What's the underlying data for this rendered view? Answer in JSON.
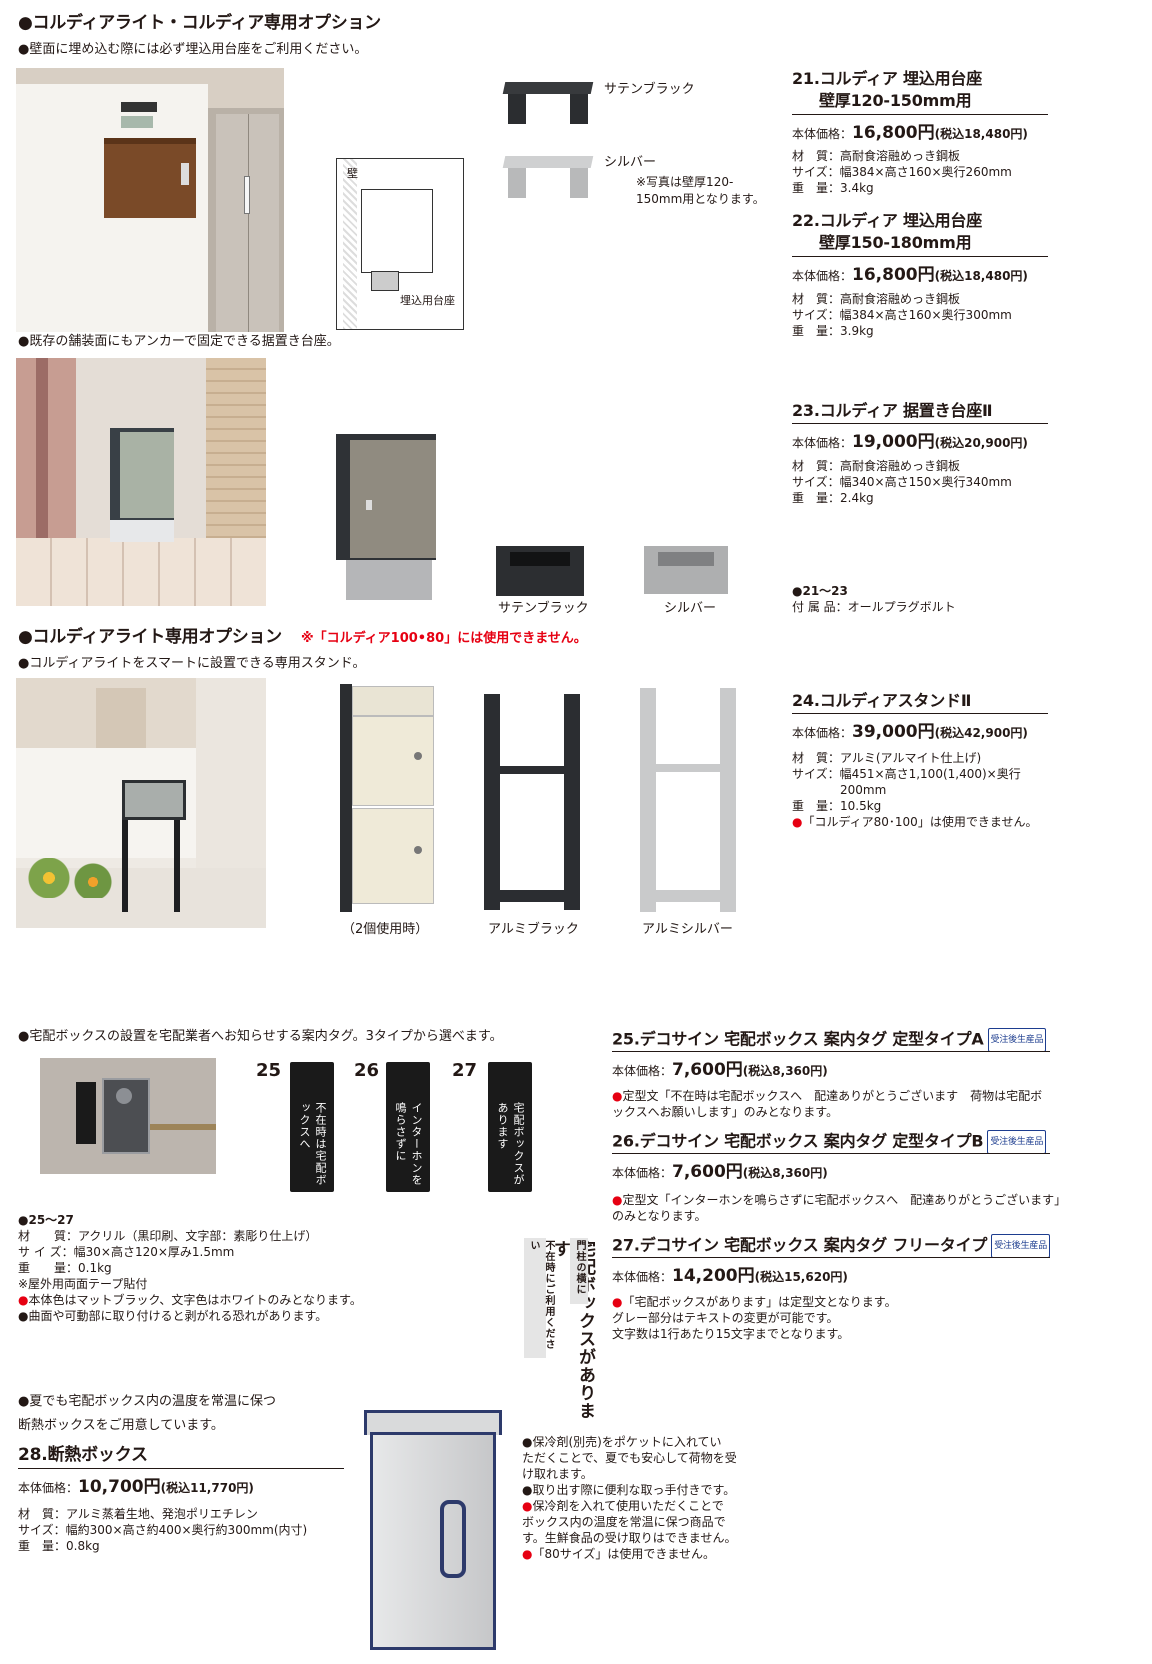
{
  "sec1": {
    "title": "●コルディアライト・コルディア専用オプション",
    "note_wall": "●壁面に埋め込む際には必ず埋込用台座をご利用ください。",
    "note_paving": "●既存の舗装面にもアンカーで固定できる据置き台座。"
  },
  "diagram": {
    "wall_label": "壁",
    "base_label": "埋込用台座"
  },
  "mount_base": {
    "black_label": "サテンブラック",
    "silver_label": "シルバー",
    "photo_note_1": "※写真は壁厚120-",
    "photo_note_2": "150mm用となります。"
  },
  "stand_base": {
    "black_label": "サテンブラック",
    "silver_label": "シルバー"
  },
  "products": [
    {
      "title_1": "21.コルディア 埋込用台座",
      "title_2": "壁厚120-150mm用",
      "price_label": "本体価格：",
      "price": "16,800円",
      "tax": "(税込18,480円)",
      "spec_1": "材　質：高耐食溶融めっき鋼板",
      "spec_2": "サイズ：幅384×高さ160×奥行260mm",
      "spec_3": "重　量：3.4kg"
    },
    {
      "title_1": "22.コルディア 埋込用台座",
      "title_2": "壁厚150-180mm用",
      "price_label": "本体価格：",
      "price": "16,800円",
      "tax": "(税込18,480円)",
      "spec_1": "材　質：高耐食溶融めっき鋼板",
      "spec_2": "サイズ：幅384×高さ160×奥行300mm",
      "spec_3": "重　量：3.9kg"
    },
    {
      "title_1": "23.コルディア 据置き台座Ⅱ",
      "price_label": "本体価格：",
      "price": "19,000円",
      "tax": "(税込20,900円)",
      "spec_1": "材　質：高耐食溶融めっき鋼板",
      "spec_2": "サイズ：幅340×高さ150×奥行340mm",
      "spec_3": "重　量：2.4kg"
    }
  ],
  "accessory": {
    "range": "●21～23",
    "text": "付 属 品：オールプラグボルト"
  },
  "sec2": {
    "title": "●コルディアライト専用オプション",
    "warning": "※「コルディア100•80」には使用できません。",
    "note": "●コルディアライトをスマートに設置できる専用スタンド。"
  },
  "stand_captions": {
    "double": "（2個使用時）",
    "black": "アルミブラック",
    "silver": "アルミシルバー"
  },
  "p24": {
    "title": "24.コルディアスタンドⅡ",
    "price_label": "本体価格：",
    "price": "39,000円",
    "tax": "(税込42,900円)",
    "spec_1": "材　質：アルミ(アルマイト仕上げ)",
    "spec_2": "サイズ：幅451×高さ1,100(1,400)×奥行",
    "spec_3": "200mm",
    "spec_4": "重　量：10.5kg",
    "warn_dot": "●",
    "warn": "「コルディア80･100」は使用できません。"
  },
  "sec3": {
    "note": "●宅配ボックスの設置を宅配業者へお知らせする案内タグ。3タイプから選べます。"
  },
  "tags": {
    "n25": "25",
    "n26": "26",
    "n27": "27",
    "t25": "不在時は宅配ボックスへ",
    "t26": "インターホンを鳴らさずに",
    "t27": "宅配ボックスがあります"
  },
  "tag_spec": {
    "range": "●25～27",
    "spec_1": "材　　質：アクリル（黒印刷、文字部：素彫り仕上げ）",
    "spec_2": "サ イ ズ：幅30×高さ120×厚み1.5mm",
    "spec_3": "重　　量：0.1kg",
    "note_1": "※屋外用両面テープ貼付",
    "note_2_dot": "●",
    "note_2": "本体色はマットブラック、文字色はホワイトのみとなります。",
    "note_3": "●曲面や可動部に取り付けると剥がれる恐れがあります。"
  },
  "vertical_tag": {
    "small_1": "門柱の横に",
    "big": "宅配ボックスがあります",
    "small_2": "不在時にご利用ください"
  },
  "p25": {
    "title": "25.デコサイン 宅配ボックス 案内タグ 定型タイプA",
    "badge": "受注後生産品",
    "price_label": "本体価格：",
    "price": "7,600円",
    "tax": "(税込8,360円)",
    "dot": "●",
    "note_1": "定型文「不在時は宅配ボックスへ　配達ありがとうございます　荷物は宅配ボ",
    "note_2": "ックスへお願いします」のみとなります。"
  },
  "p26": {
    "title": "26.デコサイン 宅配ボックス 案内タグ 定型タイプB",
    "badge": "受注後生産品",
    "price_label": "本体価格：",
    "price": "7,600円",
    "tax": "(税込8,360円)",
    "dot": "●",
    "note_1": "定型文「インターホンを鳴らさずに宅配ボックスへ　配達ありがとうございます」",
    "note_2": "のみとなります。"
  },
  "p27": {
    "title": "27.デコサイン 宅配ボックス 案内タグ フリータイプ",
    "badge": "受注後生産品",
    "price_label": "本体価格：",
    "price": "14,200円",
    "tax": "(税込15,620円)",
    "dot": "●",
    "note_1": "「宅配ボックスがあります」は定型文となります。",
    "note_2": "グレー部分はテキストの変更が可能です。",
    "note_3": "文字数は1行あたり15文字までとなります。"
  },
  "sec4": {
    "note_1": "●夏でも宅配ボックス内の温度を常温に保つ",
    "note_2": "断熱ボックスをご用意しています。"
  },
  "p28": {
    "title": "28.断熱ボックス",
    "price_label": "本体価格：",
    "price": "10,700円",
    "tax": "(税込11,770円)",
    "spec_1": "材　質：アルミ蒸着生地、発泡ポリエチレン",
    "spec_2": "サイズ：幅約300×高さ約400×奥行約300mm(内寸)",
    "spec_3": "重　量：0.8kg"
  },
  "p28_notes": {
    "n1a": "●保冷剤(別売)をポケットに入れてい",
    "n1b": "ただくことで、夏でも安心して荷物を受",
    "n1c": "け取れます。",
    "n2": "●取り出す際に便利な取っ手付きです。",
    "n3dot": "●",
    "n3a": "保冷剤を入れて使用いただくことで",
    "n3b": "ボックス内の温度を常温に保つ商品で",
    "n3c": "す。生鮮食品の受け取りはできません。",
    "n4dot": "●",
    "n4": "「80サイズ」は使用できません。"
  },
  "colors": {
    "accent_red": "#e60012",
    "badge_blue": "#1d3d8f",
    "text": "#231815"
  }
}
